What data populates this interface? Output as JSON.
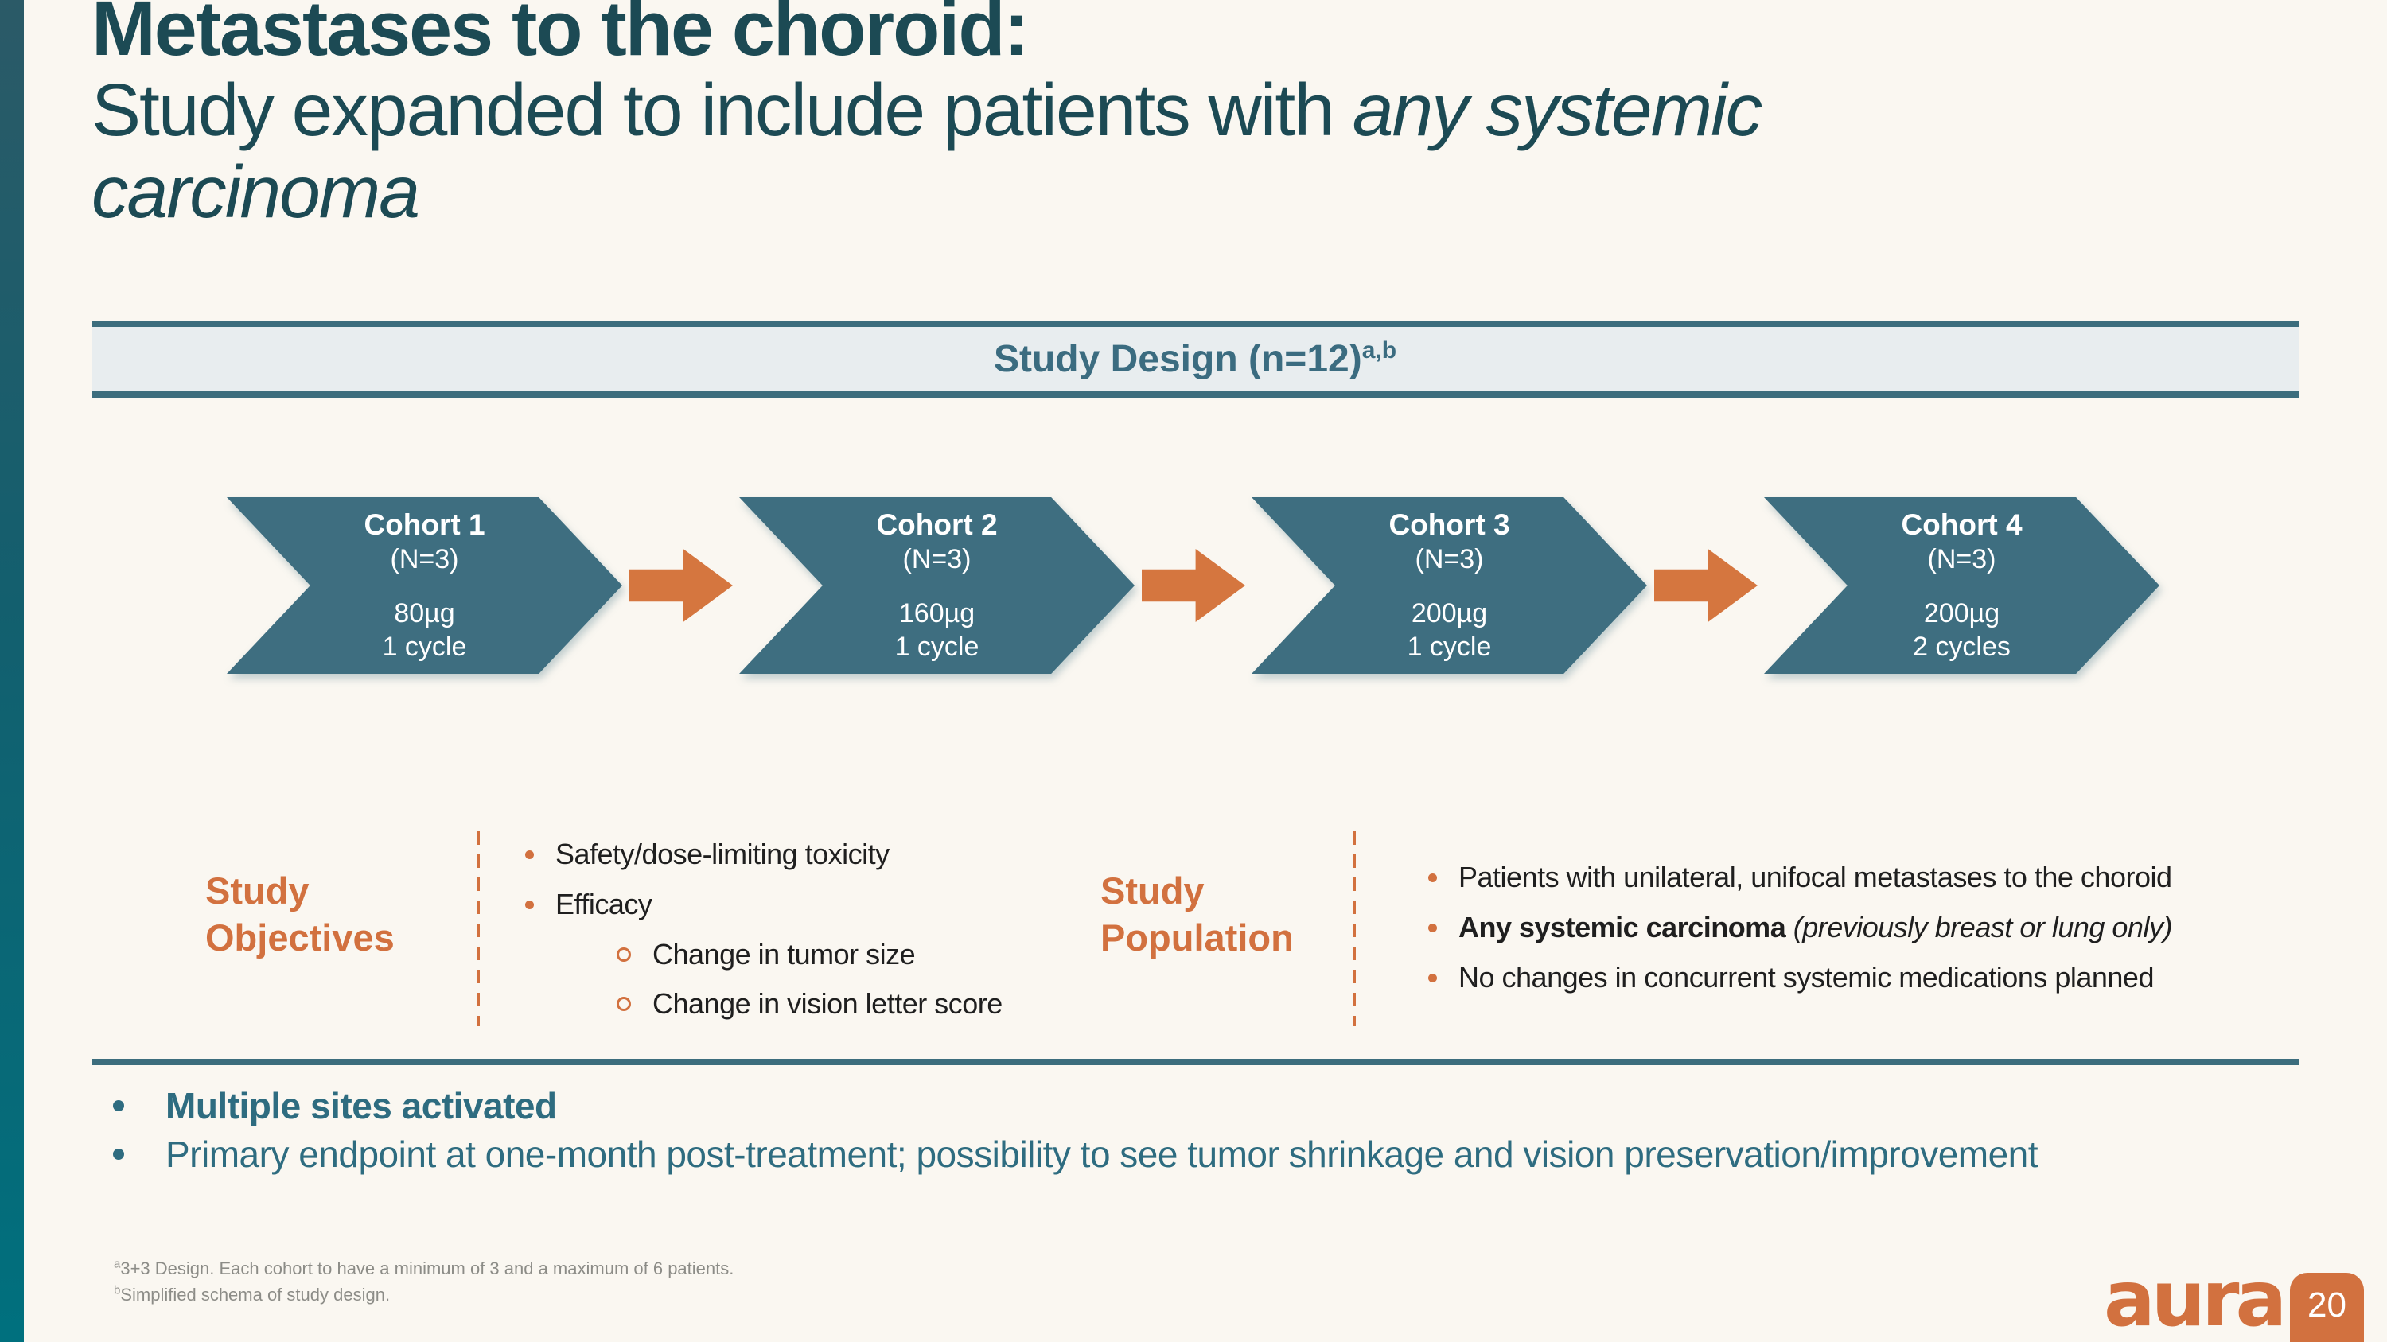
{
  "colors": {
    "background": "#faf7f1",
    "teal_dark_title": "#1c4a54",
    "chevron_teal": "#3e6e80",
    "teal_border": "#3c6d7d",
    "teal_text": "#2e6c80",
    "orange_accent": "#d2713f",
    "design_bar_bg": "#e8edef",
    "footnote_gray": "#8c8c87",
    "body_text": "#1f1f1f"
  },
  "title": {
    "line1": "Metastases to the choroid:",
    "line2_regular": "Study expanded to include patients with ",
    "line2_italic": "any systemic",
    "line3_italic": "carcinoma"
  },
  "design_header": {
    "label": "Study Design (n=12)",
    "superscript": "a,b"
  },
  "cohorts": [
    {
      "name": "Cohort 1",
      "n": "(N=3)",
      "dose": "80µg",
      "cycles": "1 cycle"
    },
    {
      "name": "Cohort 2",
      "n": "(N=3)",
      "dose": "160µg",
      "cycles": "1 cycle"
    },
    {
      "name": "Cohort 3",
      "n": "(N=3)",
      "dose": "200µg",
      "cycles": "1 cycle"
    },
    {
      "name": "Cohort 4",
      "n": "(N=3)",
      "dose": "200µg",
      "cycles": "2 cycles"
    }
  ],
  "objectives": {
    "heading_line1": "Study",
    "heading_line2": "Objectives",
    "bullets": [
      "Safety/dose-limiting toxicity",
      "Efficacy"
    ],
    "sub_bullets": [
      "Change in tumor size",
      "Change in vision letter score"
    ]
  },
  "population": {
    "heading_line1": "Study",
    "heading_line2": "Population",
    "bullet1": "Patients with unilateral, unifocal metastases to the choroid",
    "bullet2_bold": "Any systemic carcinoma",
    "bullet2_italic": " (previously breast or lung only)",
    "bullet3": "No changes in concurrent systemic medications planned"
  },
  "key_points": {
    "point1": "Multiple sites activated",
    "point2": "Primary endpoint at one-month post-treatment; possibility to see tumor shrinkage and vision preservation/improvement"
  },
  "footnotes": {
    "sup1": "a",
    "text1": "3+3 Design. Each cohort to have a minimum of 3 and a maximum of 6 patients.",
    "sup2": "b",
    "text2": "Simplified schema of study design."
  },
  "branding": {
    "logo": "aura",
    "page_number": "20"
  }
}
